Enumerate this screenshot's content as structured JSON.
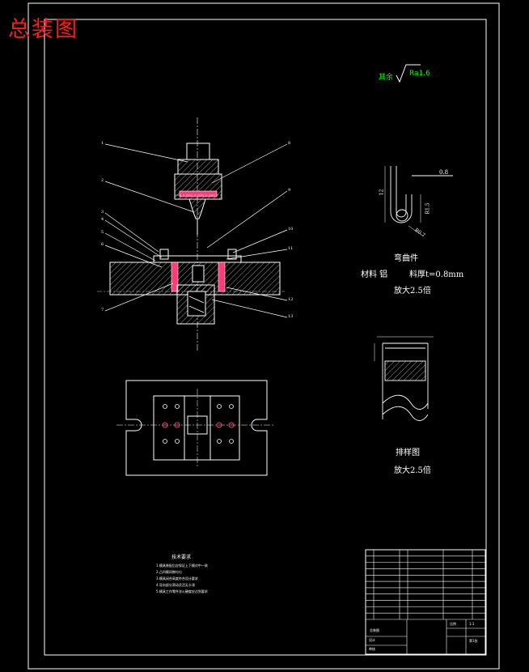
{
  "title": "总装图",
  "roughness": {
    "label": "其余",
    "value": "Ra1.6"
  },
  "bend_detail": {
    "caption": "弯曲件",
    "material": "材料   铝",
    "thickness": "料厚t=0.8mm",
    "scale": "放大2.5倍",
    "dims": {
      "width": "0.8",
      "height": "12",
      "radius": "R0.7",
      "inner": "R1.5"
    }
  },
  "layout_detail": {
    "caption": "排样图",
    "scale": "放大2.5倍"
  },
  "part_numbers": [
    "1",
    "2",
    "3",
    "4",
    "5",
    "6",
    "7",
    "8",
    "9",
    "10",
    "11",
    "12",
    "13"
  ],
  "tech_req": {
    "heading": "技术要求",
    "lines": [
      "1.模具装配后应保证上下模对中一致",
      "2.凸凹模间隙均匀",
      "3.模具闭合高度符合设计要求",
      "4.导向部分滑动灵活无卡滞",
      "5.模具工作零件淬火硬度应达到要求"
    ]
  },
  "title_block": {
    "rows": 11,
    "scale_label": "比例",
    "scale_value": "1:1",
    "sheet": "第1张",
    "designer_label": "设计",
    "checker_label": "审核",
    "drawing_name": "总装图"
  },
  "colors": {
    "frame": "#ffffff",
    "title": "#ff1a1a",
    "roughness": "#00ff00",
    "highlight": "#ff3b7a"
  }
}
